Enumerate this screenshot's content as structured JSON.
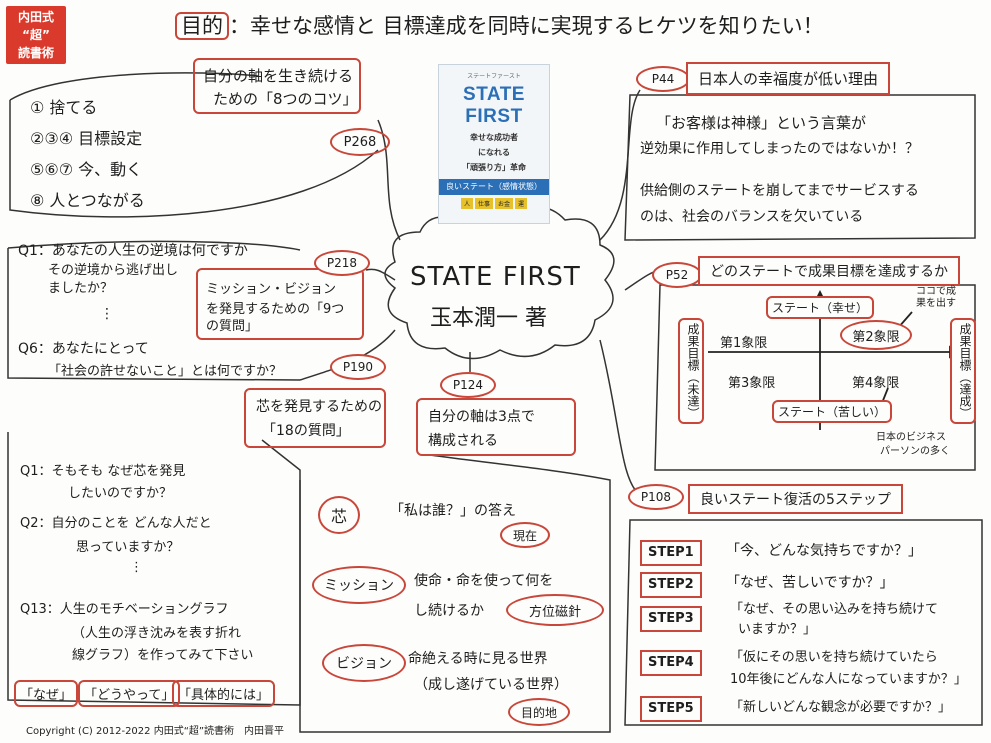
{
  "logo": {
    "lines": [
      "内田式",
      "“超”",
      "読書術"
    ]
  },
  "goal": {
    "label": "目的",
    "text": "：幸せな感情と 目標達成を同時に実現するヒケツを知りたい！"
  },
  "center": {
    "title": "STATE FIRST",
    "author": "玉本潤一 著"
  },
  "book_cover": {
    "kana": "ステートファースト",
    "title": "STATE FIRST",
    "sub1": "幸せな成功者",
    "sub2": "になれる",
    "sub3": "「頑張り方」革命",
    "band": "良いステート（感情状態）",
    "tags": [
      "人",
      "仕事",
      "お金",
      "運"
    ]
  },
  "top_left": {
    "heading_line1": "自分の軸を生き続ける",
    "heading_line2": "ための「8つのコツ」",
    "page": "P268",
    "items": [
      "① 捨てる",
      "②③④ 目標設定",
      "⑤⑥⑦ 今、動く",
      "⑧ 人とつながる"
    ]
  },
  "questions_mid": {
    "q1": "Q1：あなたの人生の逆境は何ですか",
    "q1b": "その逆境から逃げ出しましたか？",
    "dots": "⋮",
    "q6": "Q6：あなたにとって",
    "q6b": "「社会の許せないこと」とは何ですか？",
    "side_line1": "ミッション・ビジョン",
    "side_line2": "を発見するための「9つの質問」",
    "page_a": "P218",
    "page_b": "P190"
  },
  "left_bottom": {
    "heading_line1": "芯を発見するための",
    "heading_line2": "「18の質問」",
    "q1": "Q1：そもそも なぜ芯を発見",
    "q1b": "したいのですか？",
    "q2": "Q2：自分のことを どんな人だと",
    "q2b": "思っていますか？",
    "dots": "⋮",
    "q13": "Q13：人生のモチベーショングラフ",
    "q13b": "（人生の浮き沈みを表す折れ",
    "q13c": "線グラフ）を作ってみて下さい",
    "keywords": [
      "「なぜ」",
      "「どうやって」",
      "「具体的には」"
    ]
  },
  "center_bottom": {
    "page": "P124",
    "heading_line1": "自分の軸は3点で",
    "heading_line2": "構成される",
    "rows": [
      {
        "key": "芯",
        "text": "「私は誰？」の答え",
        "tag": "現在"
      },
      {
        "key": "ミッション",
        "text": "使命・命を使って何を",
        "text2": "し続けるか",
        "tag": "方位磁針"
      },
      {
        "key": "ビジョン",
        "text": "命絶える時に見る世界",
        "text2": "（成し遂げている世界）",
        "tag": "目的地"
      }
    ]
  },
  "top_right": {
    "page": "P44",
    "heading": "日本人の幸福度が低い理由",
    "line1": "「お客様は神様」という言葉が",
    "line2": "逆効果に作用してしまったのではないか！？",
    "line3": "供給側のステートを崩してまでサービスする",
    "line4": "のは、社会のバランスを欠いている"
  },
  "quadrant": {
    "page": "P52",
    "heading": "どのステートで成果目標を達成するか",
    "y_top": "ステート（幸せ）",
    "y_bottom": "ステート（苦しい）",
    "x_left": "成果目標（未達）",
    "x_right": "成果目標（達成）",
    "q1": "第1象限",
    "q2": "第2象限",
    "q3": "第3象限",
    "q4": "第4象限",
    "note_target": "ココで成果を出す",
    "note_japan_1": "日本のビジネス",
    "note_japan_2": "パーソンの多く"
  },
  "steps": {
    "page": "P108",
    "heading": "良いステート復活の5ステップ",
    "items": [
      {
        "label": "STEP1",
        "text": "「今、どんな気持ちですか？」"
      },
      {
        "label": "STEP2",
        "text": "「なぜ、苦しいですか？」"
      },
      {
        "label": "STEP3",
        "text": "「なぜ、その思い込みを持ち続けて",
        "text2": "いますか？」"
      },
      {
        "label": "STEP4",
        "text": "「仮にその思いを持ち続けていたら",
        "text2": "10年後にどんな人になっていますか？」"
      },
      {
        "label": "STEP5",
        "text": "「新しいどんな観念が必要ですか？」"
      }
    ]
  },
  "copyright": "Copyright (C) 2012-2022 内田式“超”読書術　内田晋平"
}
